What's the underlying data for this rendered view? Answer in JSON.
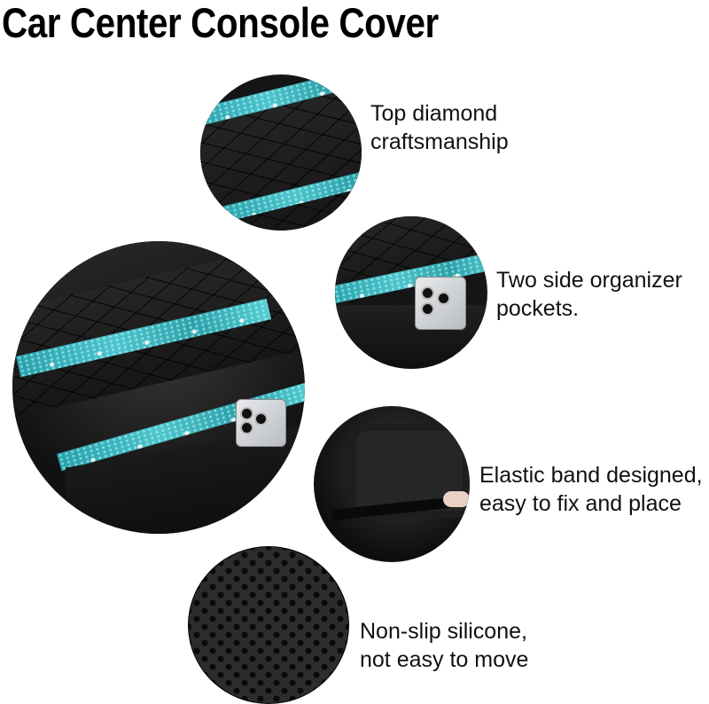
{
  "title": "Car Center Console Cover",
  "features": [
    {
      "id": "top-diamond",
      "label_line1": "Top diamond",
      "label_line2": "craftsmanship",
      "image": "quilted-leather-closeup"
    },
    {
      "id": "side-pockets",
      "label_line1": "Two side organizer",
      "label_line2": "pockets.",
      "image": "side-pocket-with-phone"
    },
    {
      "id": "elastic-band",
      "label_line1": "Elastic band designed,",
      "label_line2": "easy to fix and place",
      "image": "elastic-strap-under-armrest"
    },
    {
      "id": "non-slip",
      "label_line1": "Non-slip silicone,",
      "label_line2": "not easy to move",
      "image": "dotted-silicone-backing"
    }
  ],
  "main_image": "console-cover-installed",
  "colors": {
    "accent_teal": "#3fb8c2",
    "leather": "#1c1c1c",
    "background": "#ffffff",
    "text": "#111111"
  }
}
